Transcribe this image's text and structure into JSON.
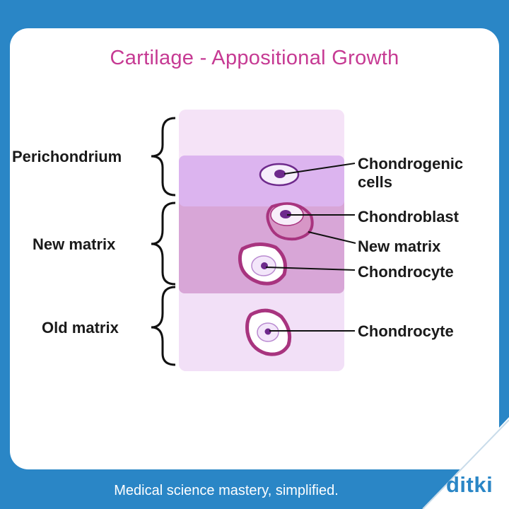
{
  "title": "Cartilage - Appositional Growth",
  "left_labels": {
    "perichondrium": "Perichondrium",
    "new_matrix": "New matrix",
    "old_matrix": "Old matrix"
  },
  "right_labels": {
    "chondrogenic_line1": "Chondrogenic",
    "chondrogenic_line2": "cells",
    "chondroblast": "Chondroblast",
    "new_matrix": "New matrix",
    "chondrocyte_1": "Chondrocyte",
    "chondrocyte_2": "Chondrocyte"
  },
  "footer": {
    "tagline": "Medical science mastery, simplified.",
    "brand": "ditki"
  },
  "colors": {
    "background": "#2a86c6",
    "title": "#c63a93",
    "perichondrium_band": "#dbb3ee",
    "new_matrix_band": "#d9a6d8",
    "old_matrix_band": "#f4e3f8",
    "cell_ring": "#b03a86",
    "nucleus": "#6e2a8c"
  }
}
